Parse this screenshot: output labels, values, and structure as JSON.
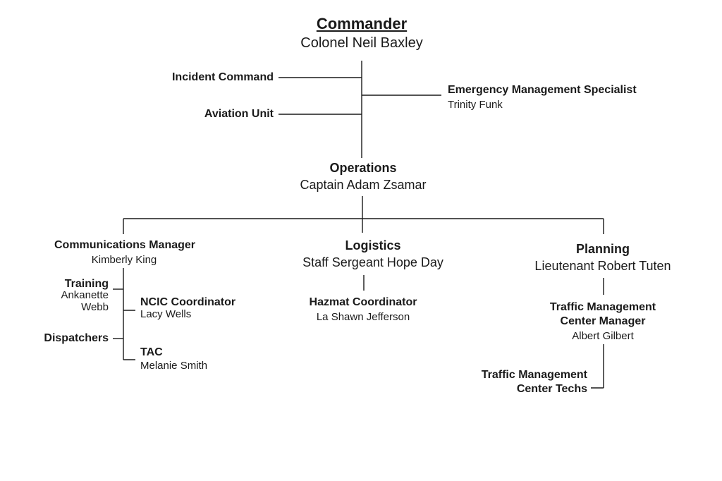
{
  "commander": {
    "title": "Commander",
    "name": "Colonel Neil Baxley"
  },
  "incident_command": {
    "title": "Incident Command"
  },
  "aviation_unit": {
    "title": "Aviation Unit"
  },
  "emergency_mgmt": {
    "title": "Emergency Management Specialist",
    "name": "Trinity Funk"
  },
  "operations": {
    "title": "Operations",
    "name": "Captain Adam Zsamar"
  },
  "communications": {
    "title": "Communications Manager",
    "name": "Kimberly King"
  },
  "training": {
    "title": "Training",
    "name_line1": "Ankanette",
    "name_line2": "Webb"
  },
  "ncic": {
    "title": "NCIC Coordinator",
    "name": "Lacy Wells"
  },
  "dispatchers": {
    "title": "Dispatchers"
  },
  "tac": {
    "title": "TAC",
    "name": "Melanie Smith"
  },
  "logistics": {
    "title": "Logistics",
    "name": "Staff Sergeant Hope Day"
  },
  "hazmat": {
    "title": "Hazmat Coordinator",
    "name": "La Shawn Jefferson"
  },
  "planning": {
    "title": "Planning",
    "name": "Lieutenant Robert Tuten"
  },
  "tmc_manager": {
    "title_line1": "Traffic Management",
    "title_line2": "Center Manager",
    "name": "Albert Gilbert"
  },
  "tmc_techs": {
    "title_line1": "Traffic Management",
    "title_line2": "Center Techs"
  }
}
